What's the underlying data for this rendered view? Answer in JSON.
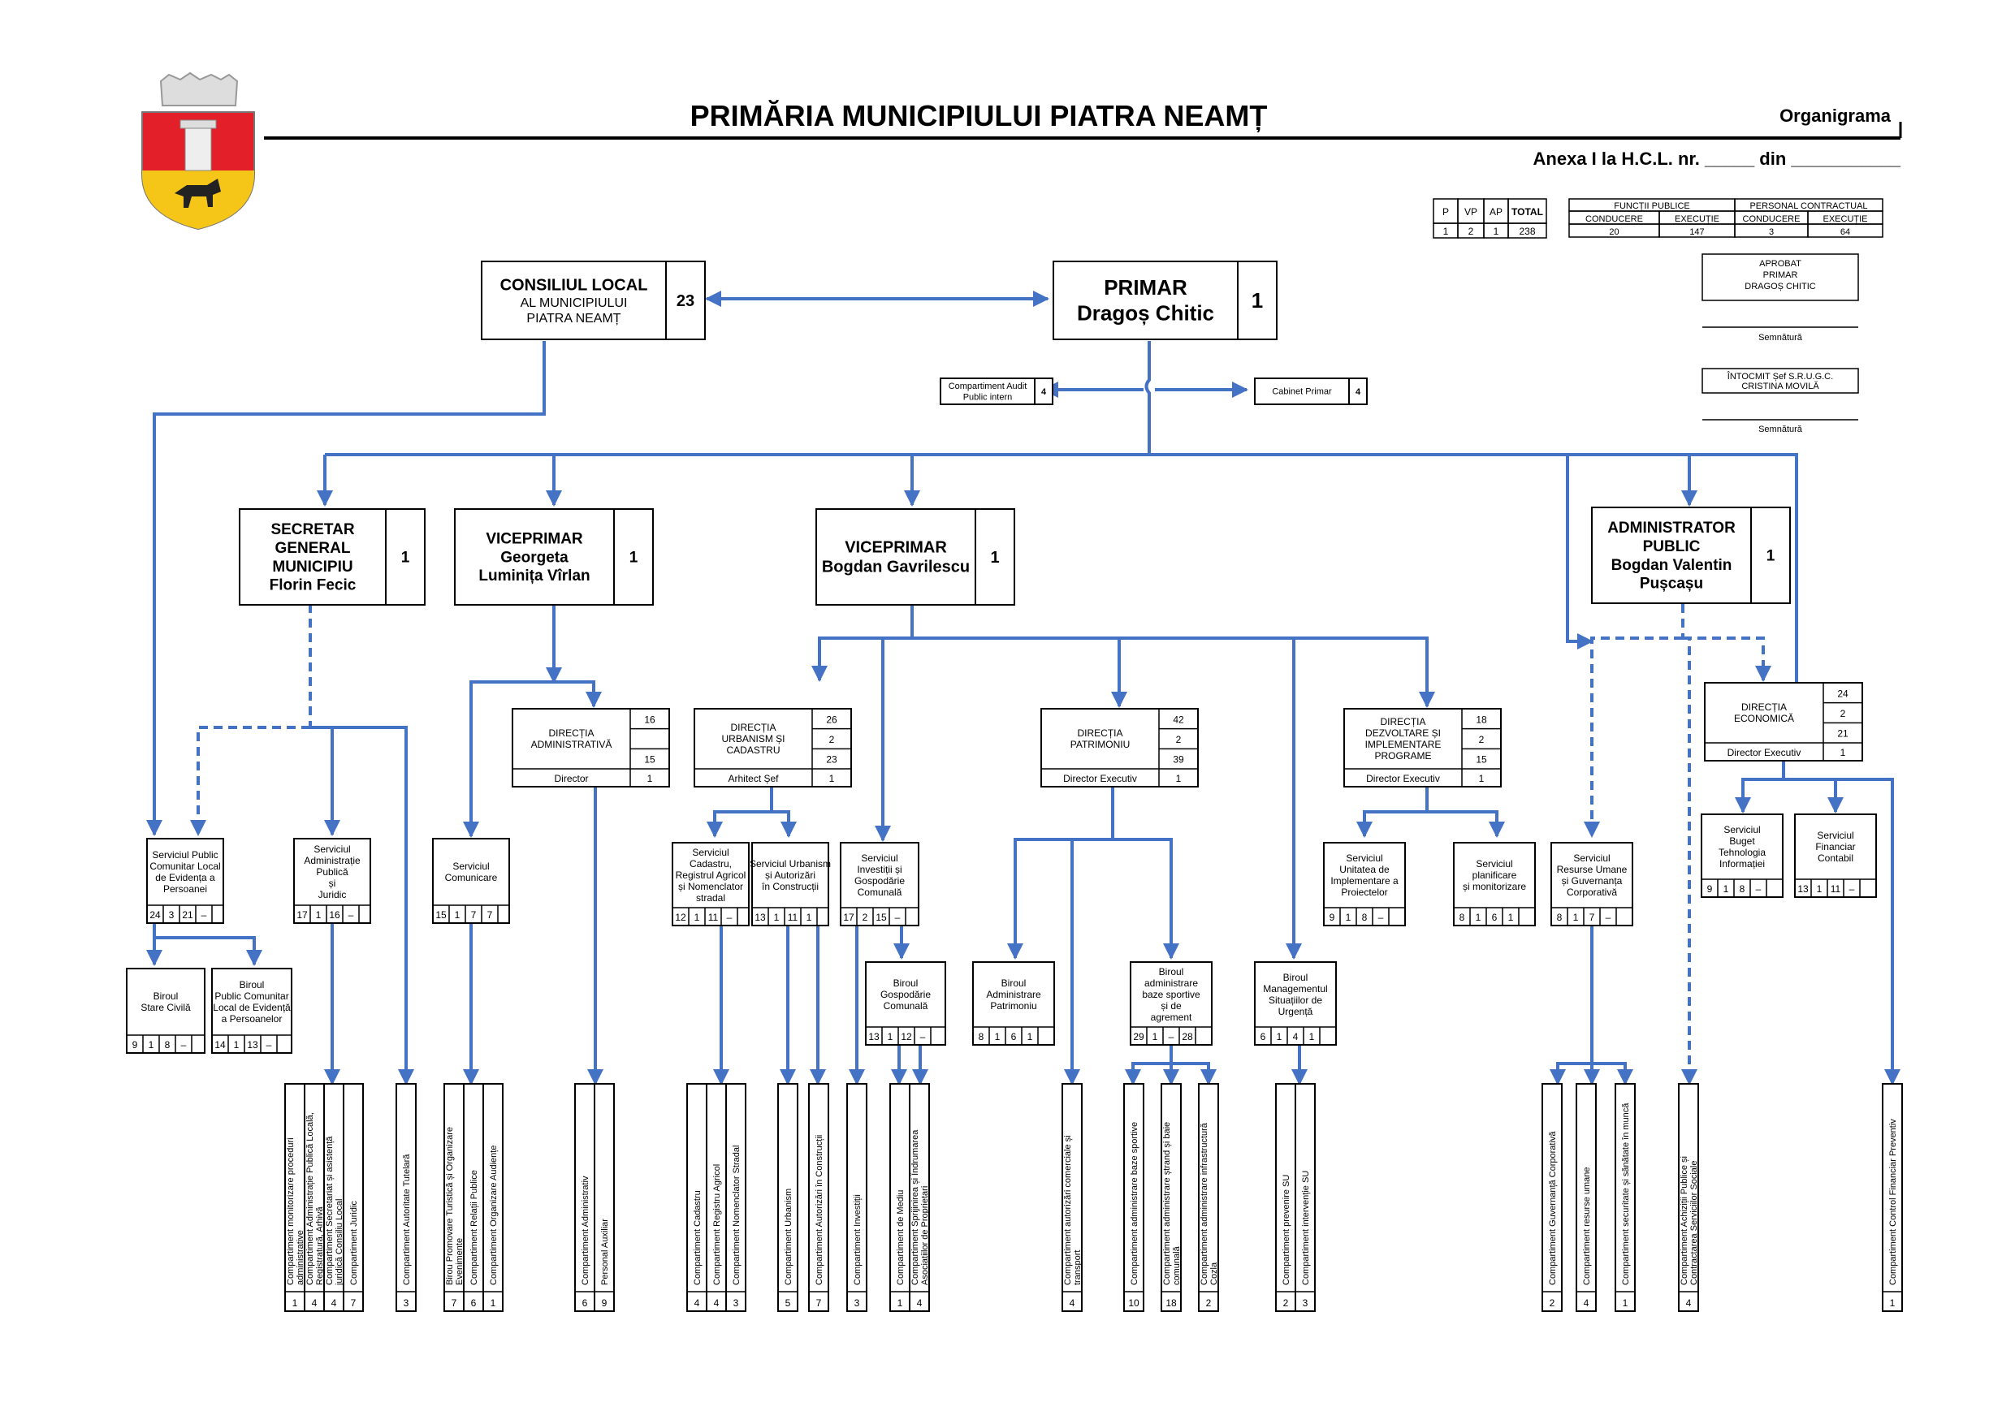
{
  "header": {
    "title": "PRIMĂRIA MUNICIPIULUI PIATRA NEAMȚ",
    "organigrama": "Organigrama",
    "anexa": "Anexa I la H.C.L. nr. _____ din ___________"
  },
  "stats": {
    "headers": [
      "P",
      "VP",
      "AP",
      "TOTAL"
    ],
    "values": [
      "1",
      "2",
      "1",
      "238"
    ],
    "functii_publice": "FUNCȚII PUBLICE",
    "personal_contractual": "PERSONAL CONTRACTUAL",
    "sub": [
      "CONDUCERE",
      "EXECUȚIE",
      "CONDUCERE",
      "EXECUȚIE"
    ],
    "sub_values": [
      "20",
      "147",
      "3",
      "64"
    ]
  },
  "approval": {
    "lines": [
      "APROBAT",
      "PRIMAR",
      "DRAGOȘ CHITIC"
    ],
    "semnatura1": "Semnătură",
    "intocmit": [
      "ÎNTOCMIT Șef S.R.U.G.C.",
      "CRISTINA MOVILĂ"
    ],
    "semnatura2": "Semnătură"
  },
  "top": {
    "consiliu": {
      "lines": [
        "CONSILIUL LOCAL",
        "AL MUNICIPIULUI",
        "PIATRA NEAMȚ"
      ],
      "n": "23"
    },
    "primar": {
      "lines": [
        "PRIMAR",
        "Dragoș Chitic"
      ],
      "n": "1"
    },
    "audit": {
      "lines": [
        "Compartiment Audit",
        "Public intern"
      ],
      "n": "4"
    },
    "cabinet": {
      "lines": [
        "Cabinet Primar"
      ],
      "n": "4"
    }
  },
  "leaders": [
    {
      "lines": [
        "SECRETAR",
        "GENERAL",
        "MUNICIPIU",
        "Florin Fecic"
      ],
      "n": "1"
    },
    {
      "lines": [
        "VICEPRIMAR",
        "Georgeta",
        "Luminița Vîrlan"
      ],
      "n": "1"
    },
    {
      "lines": [
        "VICEPRIMAR",
        "Bogdan Gavrilescu"
      ],
      "n": "1"
    },
    {
      "lines": [
        "ADMINISTRATOR",
        "PUBLIC",
        "Bogdan Valentin",
        "Pușcașu"
      ],
      "n": "1"
    }
  ],
  "directions": [
    {
      "lines": [
        "DIRECȚIA",
        "ADMINISTRATIVĂ"
      ],
      "nums": [
        "16",
        "",
        "15"
      ],
      "footer": "Director",
      "fn": "1"
    },
    {
      "lines": [
        "DIRECȚIA",
        "URBANISM ȘI",
        "CADASTRU"
      ],
      "nums": [
        "26",
        "2",
        "23"
      ],
      "footer": "Arhitect Șef",
      "fn": "1"
    },
    {
      "lines": [
        "DIRECȚIA",
        "PATRIMONIU"
      ],
      "nums": [
        "42",
        "2",
        "39"
      ],
      "footer": "Director Executiv",
      "fn": "1"
    },
    {
      "lines": [
        "DIRECȚIA",
        "DEZVOLTARE ȘI",
        "IMPLEMENTARE",
        "PROGRAME"
      ],
      "nums": [
        "18",
        "2",
        "15"
      ],
      "footer": "Director Executiv",
      "fn": "1"
    },
    {
      "lines": [
        "DIRECȚIA",
        "ECONOMICĂ"
      ],
      "nums": [
        "24",
        "2",
        "21"
      ],
      "footer": "Director Executiv",
      "fn": "1"
    }
  ],
  "services": [
    {
      "lines": [
        "Serviciul Public",
        "Comunitar Local",
        "de Evidența a",
        "Persoanei"
      ],
      "nums": [
        "24",
        "3",
        "21",
        "–"
      ]
    },
    {
      "lines": [
        "Serviciul",
        "Administrație",
        "Publică",
        "și",
        "Juridic"
      ],
      "nums": [
        "17",
        "1",
        "16",
        "–"
      ]
    },
    {
      "lines": [
        "Serviciul",
        "Comunicare"
      ],
      "nums": [
        "15",
        "1",
        "7",
        "7"
      ]
    },
    {
      "lines": [
        "Serviciul",
        "Cadastru,",
        "Registrul Agricol",
        "și Nomenclator",
        "stradal"
      ],
      "nums": [
        "12",
        "1",
        "11",
        "–"
      ]
    },
    {
      "lines": [
        "Serviciul Urbanism",
        "și Autorizări",
        "în Construcții"
      ],
      "nums": [
        "13",
        "1",
        "11",
        "1"
      ]
    },
    {
      "lines": [
        "Serviciul",
        "Investiții și",
        "Gospodărie",
        "Comunală"
      ],
      "nums": [
        "17",
        "2",
        "15",
        "–"
      ]
    },
    {
      "lines": [
        "Serviciul",
        "Unitatea de",
        "Implementare a",
        "Proiectelor"
      ],
      "nums": [
        "9",
        "1",
        "8",
        "–"
      ]
    },
    {
      "lines": [
        "Serviciul",
        "planificare",
        "și monitorizare"
      ],
      "nums": [
        "8",
        "1",
        "6",
        "1"
      ]
    },
    {
      "lines": [
        "Serviciul",
        "Resurse Umane",
        "și Guvernanța",
        "Corporativă"
      ],
      "nums": [
        "8",
        "1",
        "7",
        "–"
      ]
    },
    {
      "lines": [
        "Serviciul",
        "Buget",
        "Tehnologia",
        "Informației"
      ],
      "nums": [
        "9",
        "1",
        "8",
        "–"
      ]
    },
    {
      "lines": [
        "Serviciul",
        "Financiar",
        "Contabil"
      ],
      "nums": [
        "13",
        "1",
        "11",
        "–"
      ]
    }
  ],
  "birouri": [
    {
      "lines": [
        "Biroul",
        "Stare Civilă"
      ],
      "nums": [
        "9",
        "1",
        "8",
        "–"
      ]
    },
    {
      "lines": [
        "Biroul",
        "Public Comunitar",
        "Local de Evidență",
        "a Persoanelor"
      ],
      "nums": [
        "14",
        "1",
        "13",
        "–"
      ]
    },
    {
      "lines": [
        "Biroul",
        "Gospodărie",
        "Comunală"
      ],
      "nums": [
        "13",
        "1",
        "12",
        "–"
      ]
    },
    {
      "lines": [
        "Biroul",
        "Administrare",
        "Patrimoniu"
      ],
      "nums": [
        "8",
        "1",
        "6",
        "1"
      ]
    },
    {
      "lines": [
        "Biroul",
        "administrare",
        "baze sportive",
        "și de",
        "agrement"
      ],
      "nums": [
        "29",
        "1",
        "–",
        "28"
      ]
    },
    {
      "lines": [
        "Biroul",
        "Managementul",
        "Situațiilor de",
        "Urgență"
      ],
      "nums": [
        "6",
        "1",
        "4",
        "1"
      ]
    }
  ],
  "compartments": [
    {
      "label": "Compartiment monitorizare proceduri administrative",
      "n": "1"
    },
    {
      "label": "Compartiment Administrație Publică Locală, Registratură, Arhivă",
      "n": "4"
    },
    {
      "label": "Compartiment Secretariat și asistență juridică Consiliu Local",
      "n": "4"
    },
    {
      "label": "Compartiment Juridic",
      "n": "7"
    },
    {
      "label": "Compartiment Autoritate Tutelară",
      "n": "3"
    },
    {
      "label": "Birou Promovare Turistică și Organizare Evenimente",
      "n": "7"
    },
    {
      "label": "Compartiment Relații Publice",
      "n": "6"
    },
    {
      "label": "Compartiment Organizare Audiențe",
      "n": "1"
    },
    {
      "label": "Compartiment Administrativ",
      "n": "6"
    },
    {
      "label": "Personal Auxiliar",
      "n": "9"
    },
    {
      "label": "Compartiment Cadastru",
      "n": "4"
    },
    {
      "label": "Compartiment Registru Agricol",
      "n": "4"
    },
    {
      "label": "Compartiment Nomenclator Stradal",
      "n": "3"
    },
    {
      "label": "Compartiment Urbanism",
      "n": "5"
    },
    {
      "label": "Compartiment Autorizări în Construcții",
      "n": "7"
    },
    {
      "label": "Compartiment Investiții",
      "n": "3"
    },
    {
      "label": "Compartiment de Mediu",
      "n": "1"
    },
    {
      "label": "Compartiment Sprijinirea și Îndrumarea Asociațiilor de Proprietari",
      "n": "4"
    },
    {
      "label": "Compartiment autorizări comerciale și transport",
      "n": "4"
    },
    {
      "label": "Compartiment administrare baze sportive",
      "n": "10"
    },
    {
      "label": "Compartiment administrare ștrand și baie comunală",
      "n": "18"
    },
    {
      "label": "Compartiment administrare infrastructură Cozla",
      "n": "2"
    },
    {
      "label": "Compartiment prevenire SU",
      "n": "2"
    },
    {
      "label": "Compartiment intervenție SU",
      "n": "3"
    },
    {
      "label": "Compartiment Guvernanță Corporativă",
      "n": "2"
    },
    {
      "label": "Compartiment resurse umane",
      "n": "4"
    },
    {
      "label": "Compartiment securitate și sănătate în muncă",
      "n": "1"
    },
    {
      "label": "Compartiment Achiziții Publice și Contractarea Serviciilor Sociale",
      "n": "4"
    },
    {
      "label": "Compartiment Control Financiar Preventiv",
      "n": "1"
    }
  ],
  "colors": {
    "connector": "#4472C4",
    "crest_red": "#E3202A",
    "crest_yellow": "#F5C518"
  }
}
